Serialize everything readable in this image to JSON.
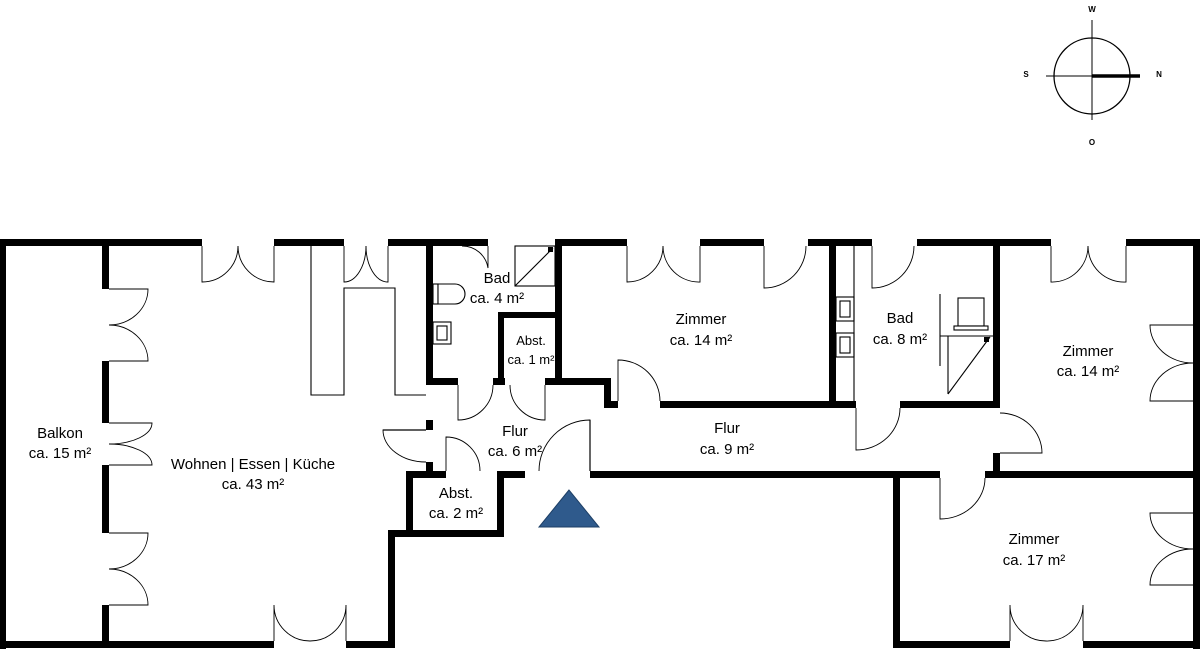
{
  "compass": {
    "top": "W",
    "left": "S",
    "right": "N",
    "bottom": "O"
  },
  "rooms": {
    "balkon": {
      "name": "Balkon",
      "area": "ca. 15 m²"
    },
    "wohnen": {
      "name": "Wohnen | Essen | Küche",
      "area": "ca. 43 m²"
    },
    "bad_small": {
      "name": "Bad",
      "area": "ca. 4 m²"
    },
    "abst_1": {
      "name": "Abst.",
      "area": "ca. 1 m²"
    },
    "abst_2": {
      "name": "Abst.",
      "area": "ca. 2 m²"
    },
    "flur_6": {
      "name": "Flur",
      "area": "ca. 6 m²"
    },
    "flur_9": {
      "name": "Flur",
      "area": "ca. 9 m²"
    },
    "zimmer_14_mid": {
      "name": "Zimmer",
      "area": "ca. 14 m²"
    },
    "bad_large": {
      "name": "Bad",
      "area": "ca. 8 m²"
    },
    "zimmer_14_right": {
      "name": "Zimmer",
      "area": "ca. 14 m²"
    },
    "zimmer_17": {
      "name": "Zimmer",
      "area": "ca. 17 m²"
    }
  },
  "colors": {
    "wall": "#000000",
    "entrance_marker": "#2f5a8c"
  },
  "icons": {
    "entrance": "entrance-triangle-icon",
    "compass": "compass-icon"
  }
}
